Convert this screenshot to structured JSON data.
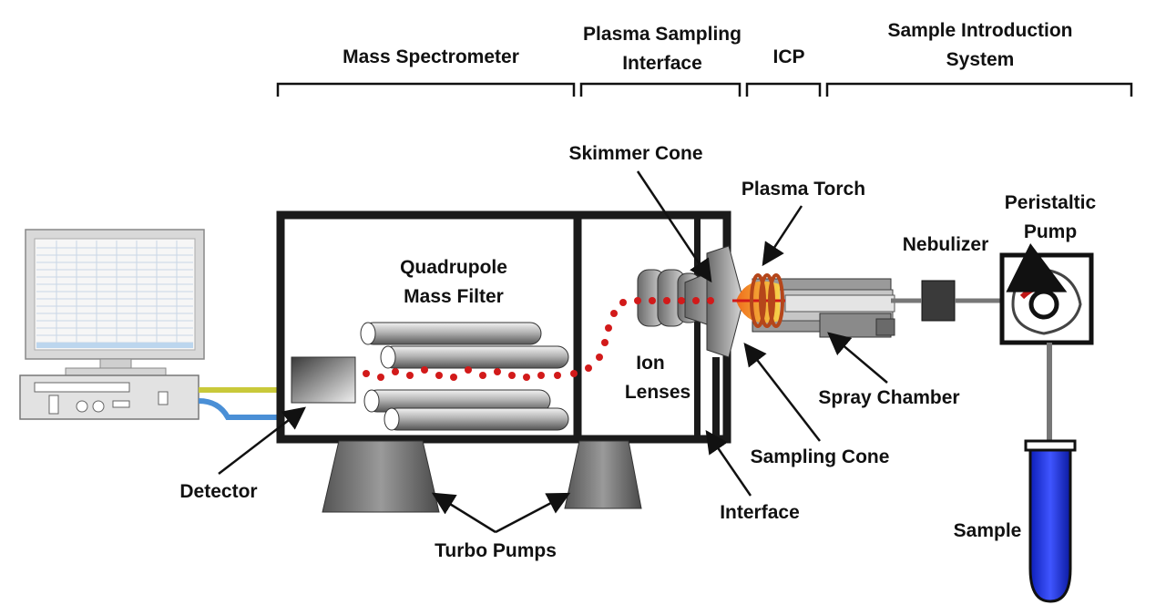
{
  "sections": {
    "mass_spectrometer": "Mass Spectrometer",
    "plasma_sampling_interface_line1": "Plasma Sampling",
    "plasma_sampling_interface_line2": "Interface",
    "icp": "ICP",
    "sample_introduction_line1": "Sample Introduction",
    "sample_introduction_line2": "System"
  },
  "labels": {
    "quadrupole_line1": "Quadrupole",
    "quadrupole_line2": "Mass Filter",
    "ion_lenses_line1": "Ion",
    "ion_lenses_line2": "Lenses",
    "skimmer_cone": "Skimmer Cone",
    "plasma_torch": "Plasma Torch",
    "peristaltic_pump_line1": "Peristaltic",
    "peristaltic_pump_line2": "Pump",
    "nebulizer": "Nebulizer",
    "spray_chamber": "Spray Chamber",
    "sampling_cone": "Sampling Cone",
    "interface": "Interface",
    "detector": "Detector",
    "turbo_pumps": "Turbo Pumps",
    "sample": "Sample"
  },
  "colors": {
    "ion_beam": "#d21a1a",
    "sample_tube": "#1a2fe0",
    "cable_yellow": "#c9c93a",
    "cable_blue": "#4a8fd6",
    "plasma": "#f39a2a",
    "frame": "#1a1a1a"
  }
}
